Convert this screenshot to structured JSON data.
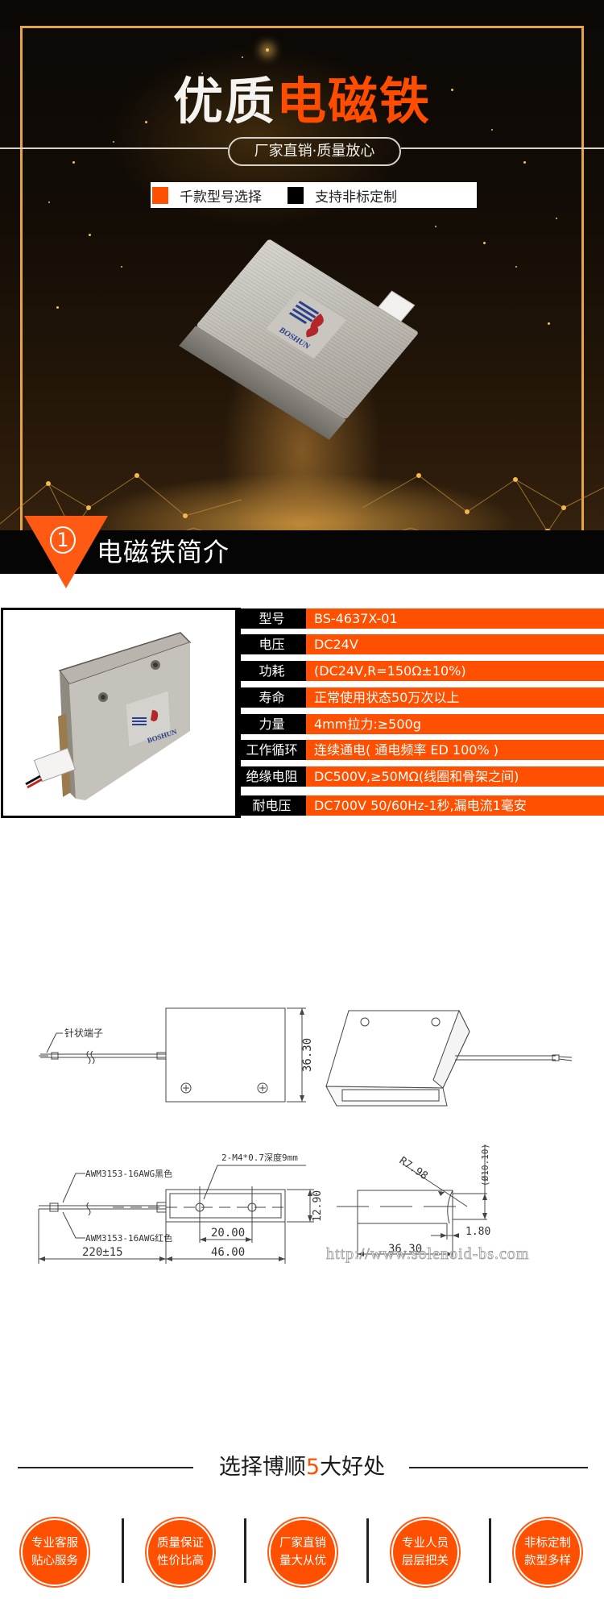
{
  "hero": {
    "title_white": "优质",
    "title_orange": "电磁铁",
    "subtitle": "厂家直销·质量放心",
    "features": [
      {
        "label": "千款型号选择",
        "color": "#ff4f00"
      },
      {
        "label": "支持非标定制",
        "color": "#000000"
      }
    ],
    "product_brand": "BOSHUN"
  },
  "section1": {
    "number": "1",
    "title": "电磁铁简介"
  },
  "specs": {
    "photo_brand": "BOSHUN",
    "rows": [
      {
        "key": "型号",
        "value": "BS-4637X-01"
      },
      {
        "key": "电压",
        "value": "DC24V"
      },
      {
        "key": "功耗",
        "value": "(DC24V,R=150Ω±10%)"
      },
      {
        "key": "寿命",
        "value": "正常使用状态50万次以上"
      },
      {
        "key": "力量",
        "value": "4mm拉力:≥500g"
      },
      {
        "key": "工作循环",
        "value": "连续通电( 通电频率 ED 100% )"
      },
      {
        "key": "绝缘电阻",
        "value": "DC500V,≥50MΩ(线圈和骨架之间)"
      },
      {
        "key": "耐电压",
        "value": "DC700V 50/60Hz-1秒,漏电流1毫安"
      }
    ]
  },
  "drawing": {
    "pin_terminal_label": "针状端子",
    "height_dim": "36.30",
    "thread_label": "2-M4*0.7深度9mm",
    "wire_black_label": "AWM3153-16AWG黑色",
    "wire_red_label": "AWM3153-16AWG红色",
    "wire_length_dim": "220±15",
    "body_length_dim": "46.00",
    "hole_spacing_dim": "20.00",
    "thickness_dim": "12.90",
    "radius_dim": "R7.98",
    "diameter_dim": "(Ø10.10)",
    "stroke_dim": "1.80",
    "side_length_dim": "36.30",
    "watermark": "http://www.solenoid-bs.com"
  },
  "benefits": {
    "title_pre": "选择博顺",
    "title_num": "5",
    "title_post": "大好处",
    "items": [
      {
        "line1": "专业客服",
        "line2": "贴心服务"
      },
      {
        "line1": "质量保证",
        "line2": "性价比高"
      },
      {
        "line1": "厂家直销",
        "line2": "量大从优"
      },
      {
        "line1": "专业人员",
        "line2": "层层把关"
      },
      {
        "line1": "非标定制",
        "line2": "款型多样"
      }
    ],
    "accent_color": "#ff4f00"
  }
}
